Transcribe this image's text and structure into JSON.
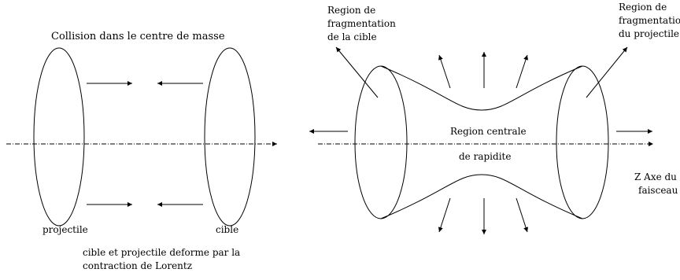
{
  "left_panel": {
    "title": "Collision dans le centre de masse",
    "projectile_label": "projectile",
    "target_label": "cible",
    "caption_line1": "cible et projectile deforme par la",
    "caption_line2": "contraction de Lorentz"
  },
  "right_panel": {
    "target_region_line1": "Region de",
    "target_region_line2": "fragmentation",
    "target_region_line3": "de la cible",
    "projectile_region_line1": "Region de",
    "projectile_region_line2": "fragmentation",
    "projectile_region_line3": "du projectile",
    "central_line1": "Region centrale",
    "central_line2": "de rapidite",
    "axis_line1": "Z Axe du",
    "axis_line2": "faisceau"
  }
}
